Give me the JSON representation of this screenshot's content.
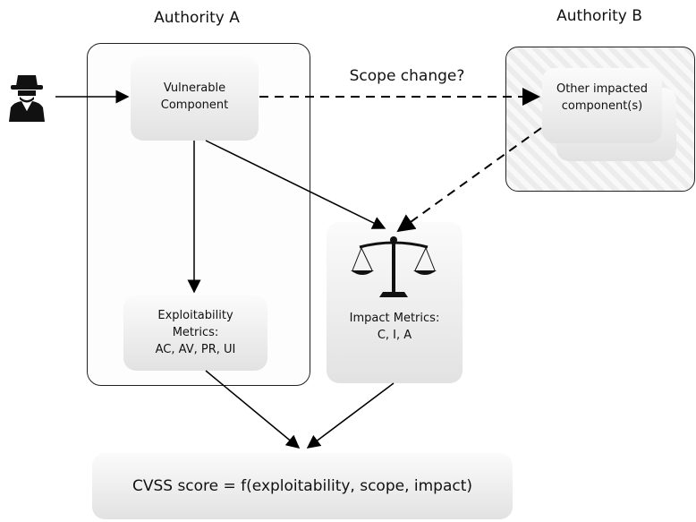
{
  "authority_a": {
    "title": "Authority A"
  },
  "authority_b": {
    "title": "Authority B"
  },
  "vulnerable_component": {
    "line1": "Vulnerable",
    "line2": "Component"
  },
  "other_impacted": {
    "line1": "Other impacted",
    "line2": "component(s)"
  },
  "scope_change": {
    "label": "Scope change?"
  },
  "exploitability": {
    "line1": "Exploitability",
    "line2": "Metrics:",
    "line3": "AC, AV, PR, UI"
  },
  "impact": {
    "line1": "Impact Metrics:",
    "line2": "C, I, A"
  },
  "cvss": {
    "label": "CVSS score = f(exploitability, scope, impact)"
  },
  "icons": {
    "attacker": "attacker-icon",
    "scales": "scales-icon"
  }
}
